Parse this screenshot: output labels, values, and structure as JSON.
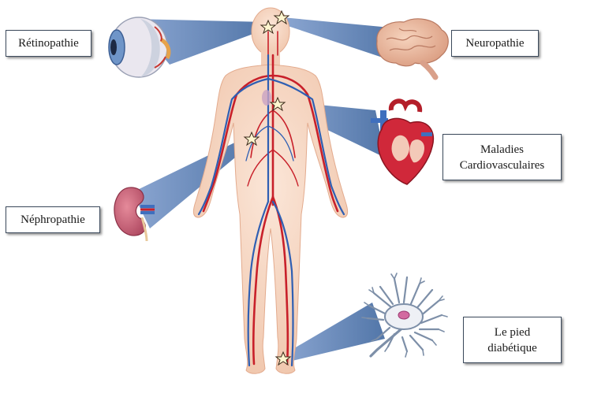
{
  "labels": {
    "retinopathie": "Rétinopathie",
    "neuropathie": "Neuropathie",
    "cardio_line1": "Maladies",
    "cardio_line2": "Cardiovasculaires",
    "nephropathie": "Néphropathie",
    "pied_line1": "Le pied",
    "pied_line2": "diabétique"
  },
  "colors": {
    "beam": "#5f84b5",
    "skin": "#f6d6c2",
    "artery": "#c8202a",
    "vein": "#2f5fb3",
    "label_border": "#3c4a5c"
  },
  "icons": [
    "eye-icon",
    "brain-icon",
    "heart-icon",
    "kidney-icon",
    "neuron-icon",
    "star-marker"
  ]
}
